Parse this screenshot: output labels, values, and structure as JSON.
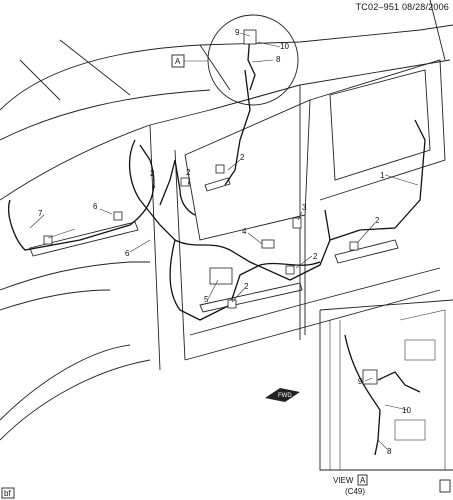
{
  "header": {
    "doc_id": "TC02–951",
    "date": "08/28/2006"
  },
  "view_tag": "A",
  "view_caption": {
    "prefix": "VIEW",
    "letter": "A",
    "code": "(C49)"
  },
  "corner_tag": "bf",
  "arrow_label": "FWD",
  "callouts": {
    "main": [
      "1",
      "2",
      "2",
      "2",
      "2",
      "2",
      "2",
      "3",
      "4",
      "5",
      "6",
      "6",
      "7"
    ],
    "inset_top": [
      "9",
      "10",
      "8"
    ],
    "inset_view": [
      "9",
      "10",
      "8"
    ]
  }
}
